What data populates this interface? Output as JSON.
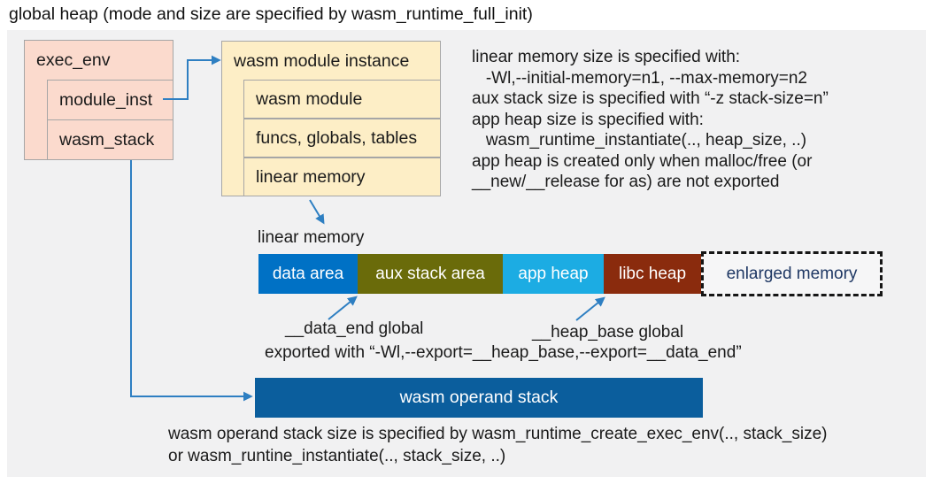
{
  "title": "global heap (mode and size are specified by wasm_runtime_full_init)",
  "exec_env": {
    "header": "exec_env",
    "rows": [
      "module_inst",
      "wasm_stack"
    ]
  },
  "module_instance": {
    "header": "wasm module instance",
    "rows": [
      "wasm module",
      "funcs, globals, tables",
      "linear memory"
    ]
  },
  "notes_right": {
    "lines": [
      "linear memory size is specified with:",
      "   -Wl,--initial-memory=n1, --max-memory=n2",
      "aux stack size is specified with “-z stack-size=n”",
      "app heap size is specified with:",
      "   wasm_runtime_instantiate(.., heap_size, ..)",
      "app heap is created only when malloc/free (or",
      "__new/__release for as) are not exported"
    ]
  },
  "linear_memory": {
    "label": "linear memory",
    "segments": [
      {
        "label": "data area",
        "color": "#0071C5"
      },
      {
        "label": "aux stack area",
        "color": "#6A6B0A"
      },
      {
        "label": "app heap",
        "color": "#1CACE3"
      },
      {
        "label": "libc heap",
        "color": "#8A2B0D"
      },
      {
        "label": "enlarged memory",
        "color": "#F6F6F7",
        "border": "dashed"
      }
    ],
    "annotations": {
      "data_end_label": "__data_end global",
      "heap_base_label": "__heap_base global",
      "export_line": "exported with “-Wl,--export=__heap_base,--export=__data_end”"
    }
  },
  "operand_stack": {
    "label": "wasm operand stack",
    "color": "#0B5E9D",
    "notes": [
      "wasm operand stack size is specified by wasm_runtime_create_exec_env(.., stack_size)",
      "or wasm_runtine_instantiate(.., stack_size, ..)"
    ]
  },
  "colors": {
    "panel_bg": "#F1F1F2",
    "exec_box_fill": "#FBDACD",
    "module_box_fill": "#FDEEC6",
    "box_border": "#A6A6A6",
    "arrow": "#2E7FC2",
    "enlarged_text": "#1F3864",
    "text": "#1A1A1A"
  }
}
